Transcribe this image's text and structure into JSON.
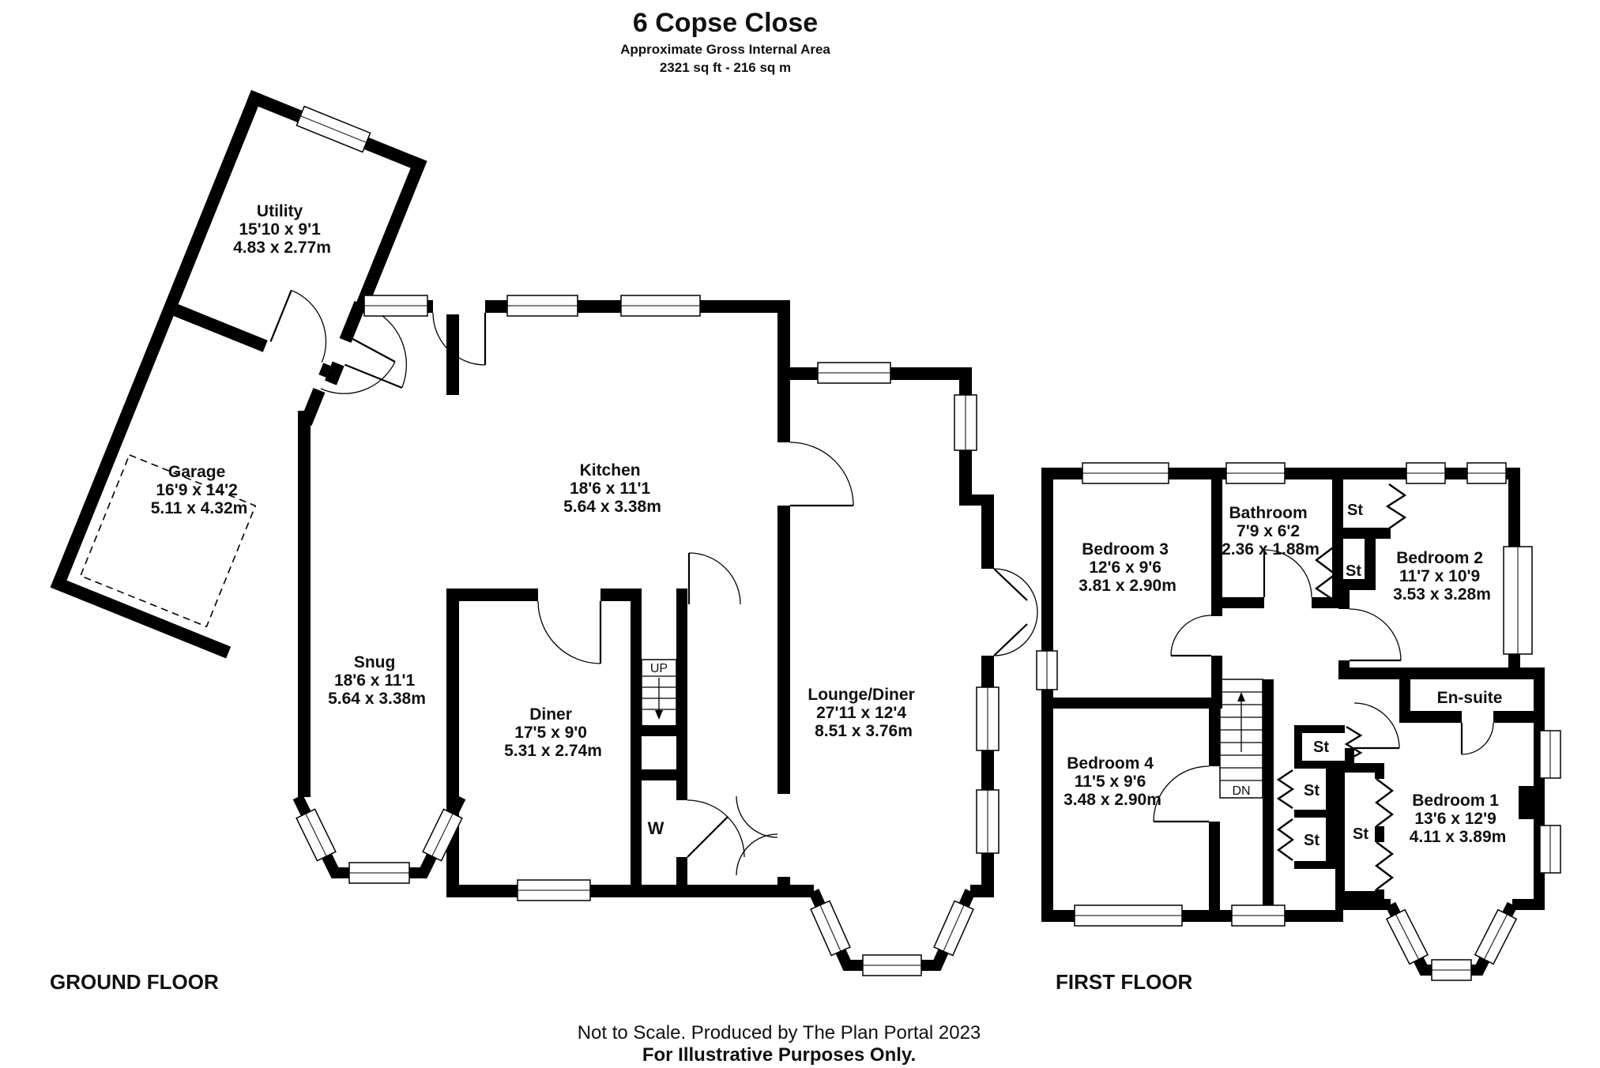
{
  "header": {
    "title": "6 Copse Close",
    "subtitle": "Approximate Gross Internal Area",
    "area": "2321 sq ft - 216 sq m"
  },
  "floor_labels": {
    "ground": "GROUND FLOOR",
    "first": "FIRST FLOOR"
  },
  "footer": {
    "line1": "Not to Scale. Produced by The Plan Portal 2023",
    "line2": "For Illustrative Purposes Only."
  },
  "rooms": {
    "utility": {
      "name": "Utility",
      "imperial": "15'10 x 9'1",
      "metric": "4.83 x 2.77m"
    },
    "garage": {
      "name": "Garage",
      "imperial": "16'9 x 14'2",
      "metric": "5.11 x 4.32m"
    },
    "snug": {
      "name": "Snug",
      "imperial": "18'6 x 11'1",
      "metric": "5.64 x 3.38m"
    },
    "kitchen": {
      "name": "Kitchen",
      "imperial": "18'6 x 11'1",
      "metric": "5.64 x 3.38m"
    },
    "diner": {
      "name": "Diner",
      "imperial": "17'5 x 9'0",
      "metric": "5.31 x 2.74m"
    },
    "lounge_diner": {
      "name": "Lounge/Diner",
      "imperial": "27'11 x 12'4",
      "metric": "8.51 x 3.76m"
    },
    "bedroom1": {
      "name": "Bedroom 1",
      "imperial": "13'6 x 12'9",
      "metric": "4.11 x 3.89m"
    },
    "bedroom2": {
      "name": "Bedroom 2",
      "imperial": "11'7 x 10'9",
      "metric": "3.53 x 3.28m"
    },
    "bedroom3": {
      "name": "Bedroom 3",
      "imperial": "12'6 x 9'6",
      "metric": "3.81 x 2.90m"
    },
    "bedroom4": {
      "name": "Bedroom 4",
      "imperial": "11'5 x 9'6",
      "metric": "3.48 x 2.90m"
    },
    "bathroom": {
      "name": "Bathroom",
      "imperial": "7'9 x 6'2",
      "metric": "2.36 x 1.88m"
    },
    "ensuite": {
      "name": "En-suite"
    }
  },
  "annotations": {
    "stairs_up": "UP",
    "stairs_down": "DN",
    "wardrobe": "W",
    "storage": "St"
  },
  "colors": {
    "wall": "#000000",
    "background": "#ffffff",
    "line": "#000000"
  }
}
